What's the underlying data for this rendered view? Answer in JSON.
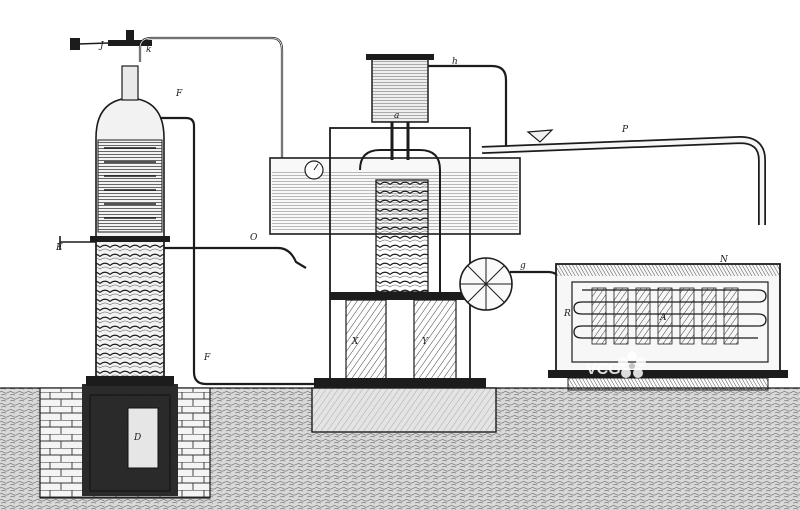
{
  "image": {
    "style": "black-and-white engraving",
    "ink_color": "#1c1c1c",
    "paper_color": "#ffffff"
  },
  "labels": {
    "J": "J",
    "k": "k",
    "F_top": "F",
    "F_low": "F",
    "E": "E",
    "O": "O",
    "D": "D",
    "h": "h",
    "a": "a",
    "P": "P",
    "N": "N",
    "X": "X",
    "Y": "Y",
    "g": "g",
    "A": "A",
    "R": "R"
  },
  "watermark": {
    "text": "VCG",
    "logo": "vcg-flower-logo"
  }
}
